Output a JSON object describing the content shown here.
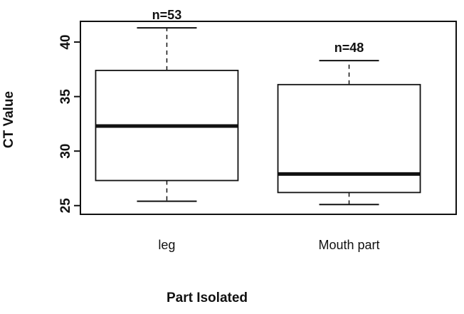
{
  "figure": {
    "background": "#ffffff",
    "ink_color": "#111111"
  },
  "chart_data": {
    "type": "boxplot",
    "title": "",
    "xlabel": "Part Isolated",
    "ylabel": "CT Value",
    "categories": [
      "leg",
      "Mouth part"
    ],
    "yticks": [
      25,
      30,
      35,
      40
    ],
    "ylim": [
      24.2,
      41.9
    ],
    "grid": false,
    "legend": "none",
    "series": [
      {
        "name": "leg",
        "lower_whisker": 25.4,
        "q1": 27.3,
        "median": 32.3,
        "q3": 37.4,
        "upper_whisker": 41.3,
        "count_label": "n=53"
      },
      {
        "name": "Mouth part",
        "lower_whisker": 25.1,
        "q1": 26.2,
        "median": 27.9,
        "q3": 36.1,
        "upper_whisker": 38.3,
        "count_label": "n=48"
      }
    ]
  }
}
